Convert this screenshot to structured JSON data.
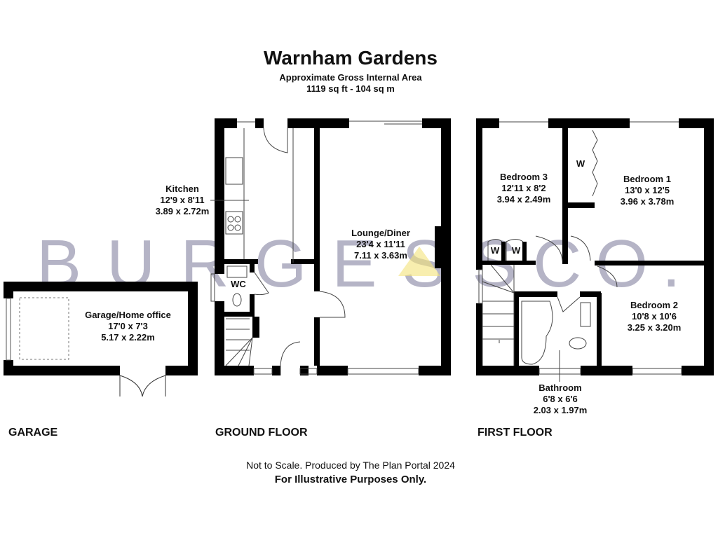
{
  "header": {
    "title": "Warnham Gardens",
    "subtitle": "Approximate Gross Internal Area",
    "area": "1119 sq ft - 104 sq m"
  },
  "watermark": {
    "left": "BURGESS",
    "right": "CO.",
    "color": "#a9a7bd",
    "accent": "#f3e27a"
  },
  "rooms": {
    "kitchen": {
      "name": "Kitchen",
      "imperial": "12'9 x 8'11",
      "metric": "3.89 x 2.72m"
    },
    "lounge": {
      "name": "Lounge/Diner",
      "imperial": "23'4 x 11'11",
      "metric": "7.11 x 3.63m"
    },
    "wc": {
      "name": "WC"
    },
    "garage": {
      "name": "Garage/Home office",
      "imperial": "17'0 x 7'3",
      "metric": "5.17 x 2.22m"
    },
    "bedroom3": {
      "name": "Bedroom 3",
      "imperial": "12'11 x 8'2",
      "metric": "3.94 x 2.49m"
    },
    "bedroom1": {
      "name": "Bedroom 1",
      "imperial": "13'0 x 12'5",
      "metric": "3.96 x 3.78m"
    },
    "bedroom2": {
      "name": "Bedroom 2",
      "imperial": "10'8 x 10'6",
      "metric": "3.25 x 3.20m"
    },
    "bathroom": {
      "name": "Bathroom",
      "imperial": "6'8 x 6'6",
      "metric": "2.03 x 1.97m"
    },
    "wardrobe": "W"
  },
  "floors": {
    "garage": "GARAGE",
    "ground": "GROUND FLOOR",
    "first": "FIRST FLOOR"
  },
  "footer": {
    "line1": "Not to Scale. Produced by The Plan Portal 2024",
    "line2": "For Illustrative Purposes Only."
  }
}
